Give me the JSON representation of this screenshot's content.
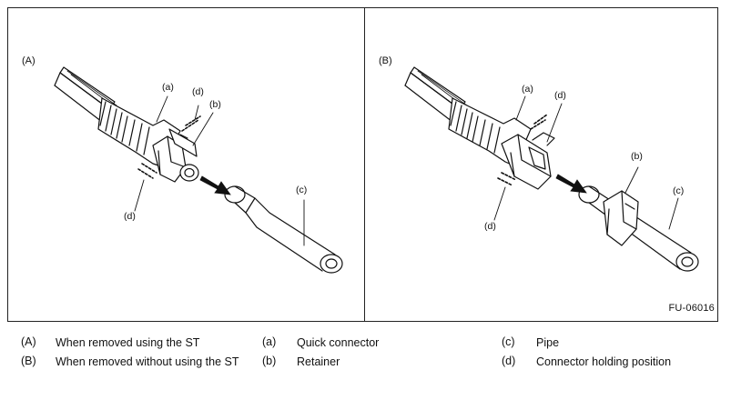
{
  "figure_id": "FU-06016",
  "panels": [
    {
      "label": "(A)",
      "callouts": {
        "a": "(a)",
        "b": "(b)",
        "c": "(c)",
        "d_top": "(d)",
        "d_bottom": "(d)"
      }
    },
    {
      "label": "(B)",
      "callouts": {
        "a": "(a)",
        "b": "(b)",
        "c": "(c)",
        "d_top": "(d)",
        "d_bottom": "(d)"
      }
    }
  ],
  "legend": {
    "A": {
      "key": "(A)",
      "text": "When removed using the ST"
    },
    "B": {
      "key": "(B)",
      "text": "When removed without using the ST"
    },
    "a": {
      "key": "(a)",
      "text": "Quick connector"
    },
    "b": {
      "key": "(b)",
      "text": "Retainer"
    },
    "c": {
      "key": "(c)",
      "text": "Pipe"
    },
    "d": {
      "key": "(d)",
      "text": "Connector holding position"
    }
  },
  "colors": {
    "line": "#111111",
    "background": "#ffffff"
  }
}
